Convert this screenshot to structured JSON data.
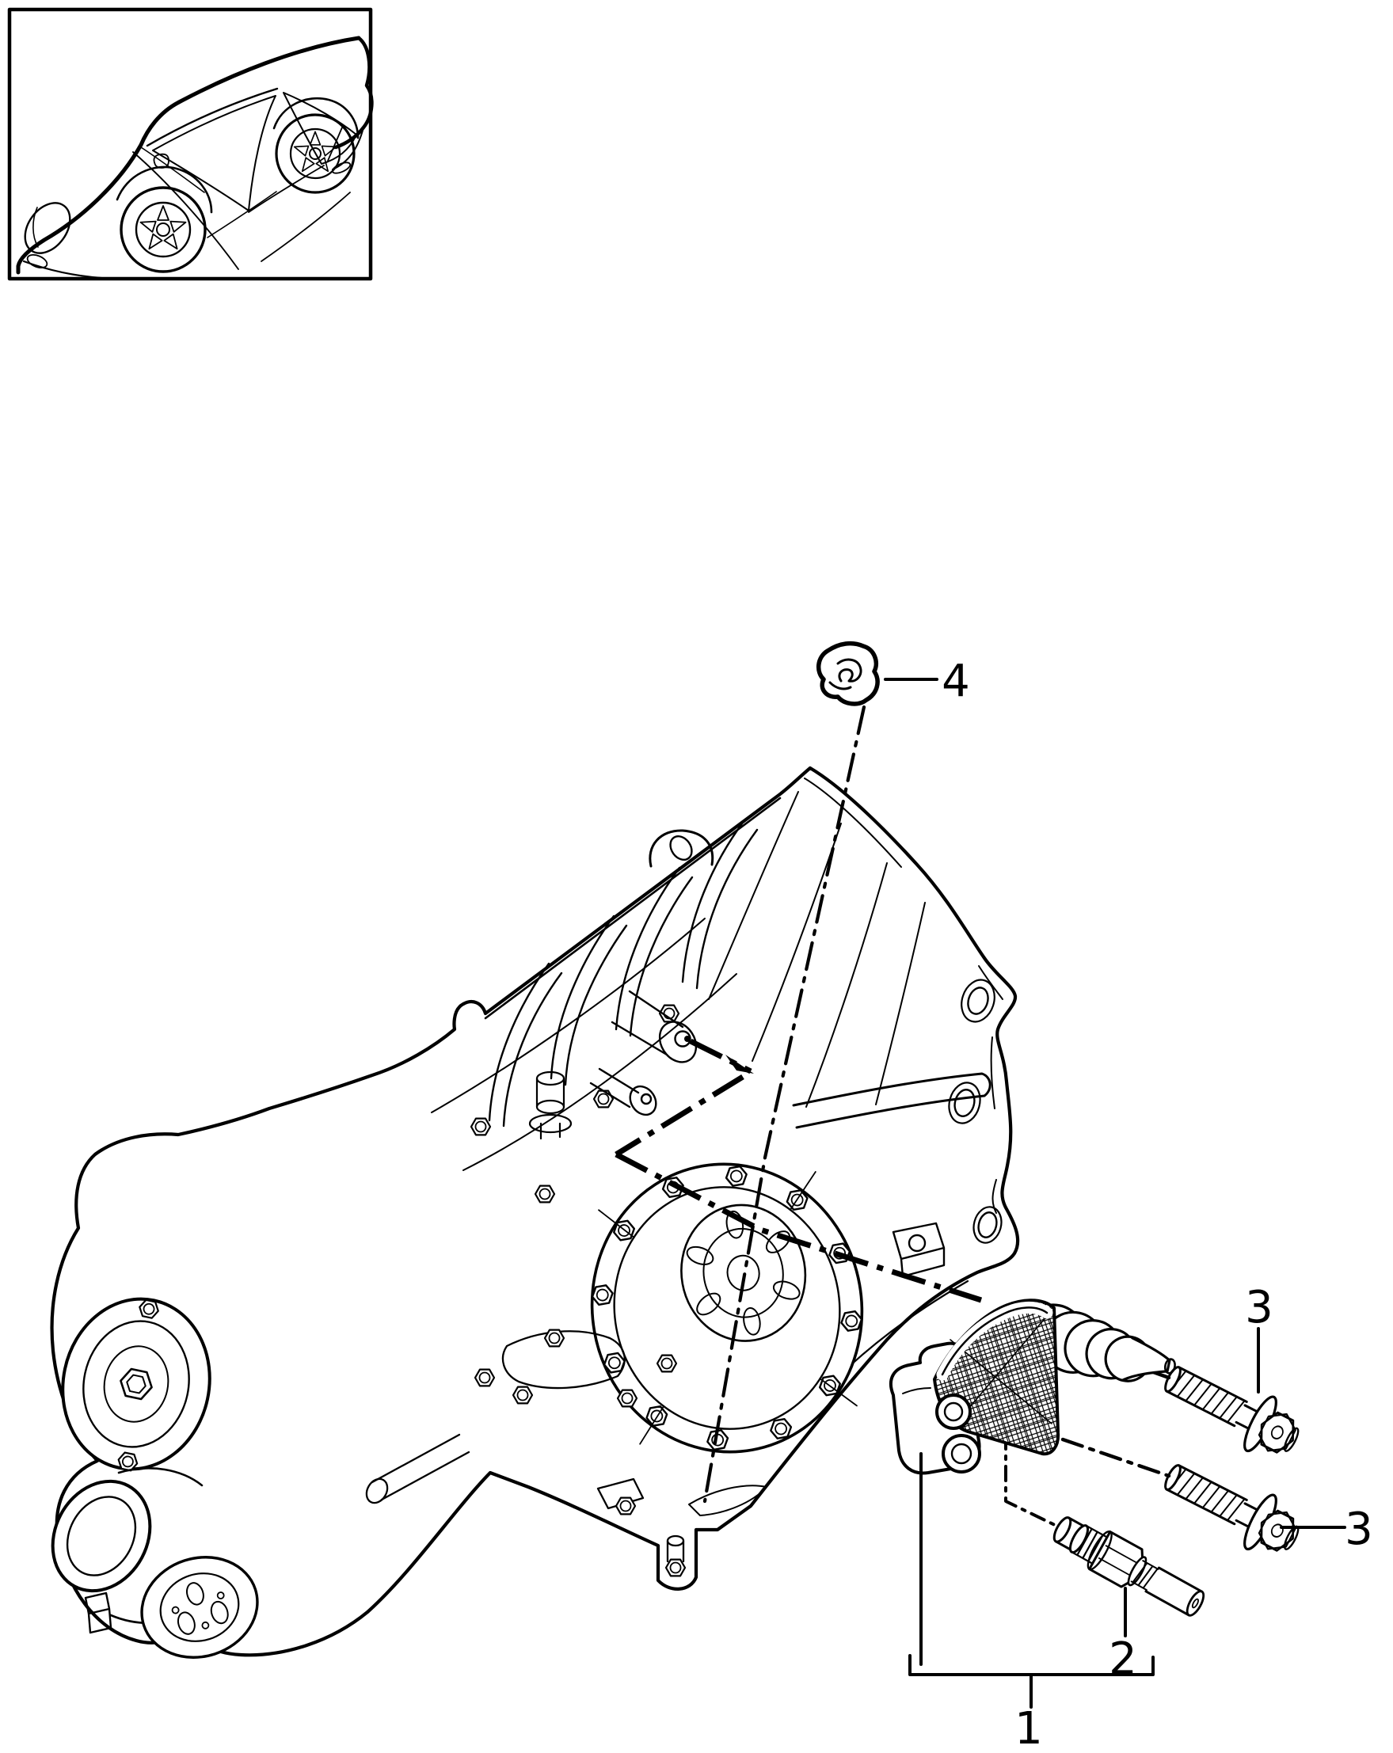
{
  "colors": {
    "background": "#ffffff",
    "line": "#000000"
  },
  "callouts": {
    "item1": "1",
    "item2": "2",
    "item3_upper": "3",
    "item3_lower": "3",
    "item4": "4"
  }
}
